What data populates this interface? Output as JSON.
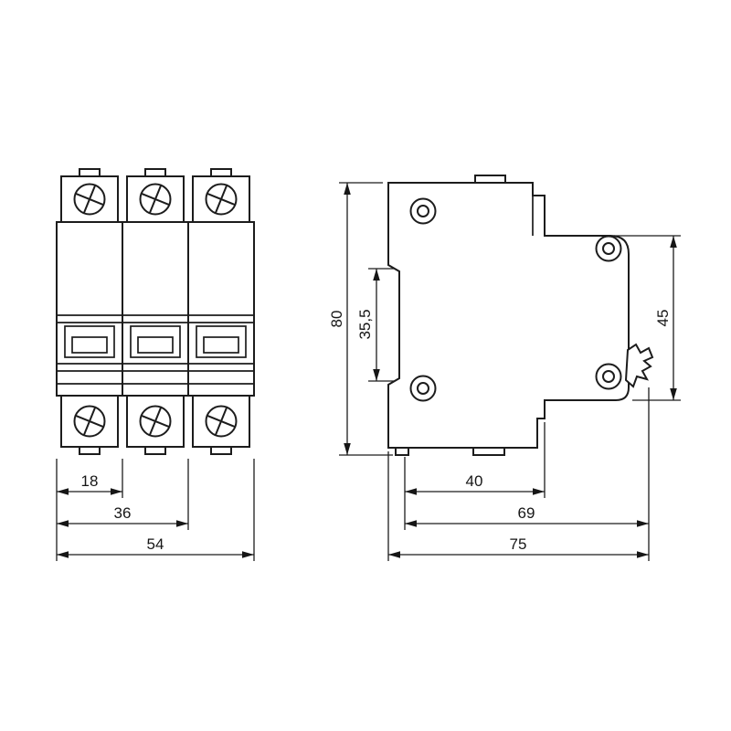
{
  "front_view": {
    "dims": {
      "d18": "18",
      "d36": "36",
      "d54": "54"
    }
  },
  "side_view": {
    "dims": {
      "d80": "80",
      "d35_5": "35,5",
      "d45": "45",
      "d40": "40",
      "d69": "69",
      "d75": "75"
    }
  },
  "style": {
    "line_color": "#1c1c1c",
    "background": "#ffffff"
  }
}
